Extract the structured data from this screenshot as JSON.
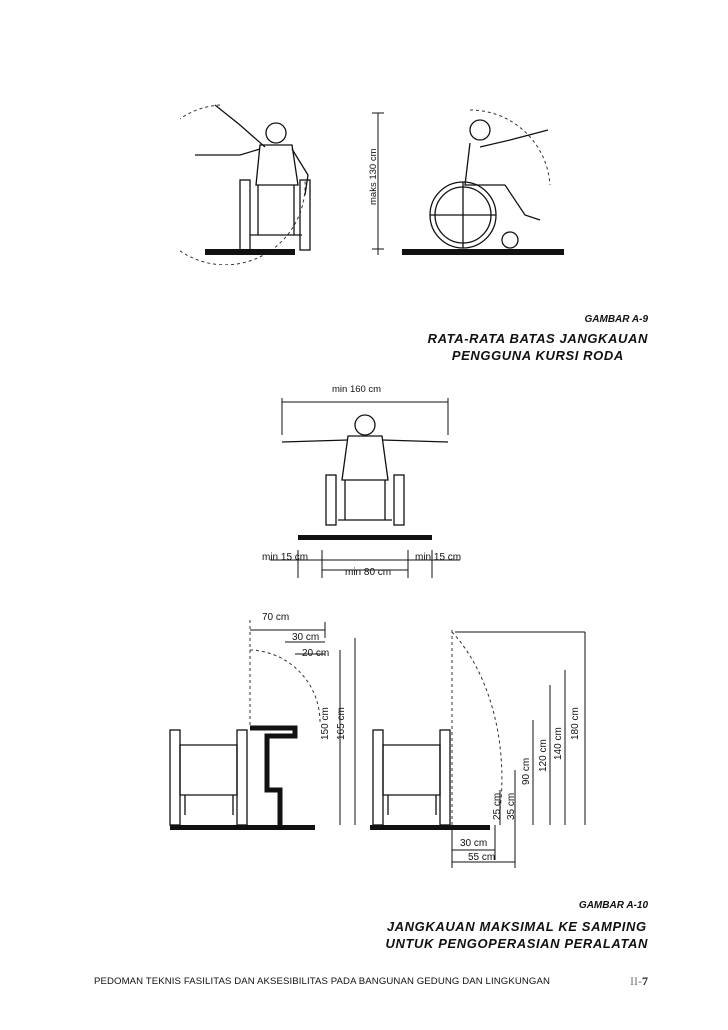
{
  "figure_a9": {
    "dim_label": "maks 130 cm",
    "caption_number": "GAMBAR A-9",
    "caption_title": [
      "RATA-RATA BATAS JANGKAUAN",
      "PENGGUNA KURSI RODA"
    ]
  },
  "figure_front": {
    "dim_top": "min 160 cm",
    "dim_left": "min 15 cm",
    "dim_right": "min 15 cm",
    "dim_bottom": "min 80 cm"
  },
  "figure_a10": {
    "left_dims": [
      "70 cm",
      "30 cm",
      "20 cm",
      "150 cm",
      "165 cm"
    ],
    "right_dims": [
      "180 cm",
      "140 cm",
      "120 cm",
      "90 cm",
      "25 cm",
      "35 cm",
      "30 cm",
      "55 cm"
    ],
    "caption_number": "GAMBAR A-10",
    "caption_title": [
      "JANGKAUAN MAKSIMAL KE SAMPING",
      "UNTUK PENGOPERASIAN PERALATAN"
    ]
  },
  "footer": {
    "text": "PEDOMAN TEKNIS FASILITAS DAN AKSESIBILITAS PADA BANGUNAN GEDUNG DAN LINGKUNGAN",
    "page_prefix": "II-",
    "page_number": "7"
  }
}
